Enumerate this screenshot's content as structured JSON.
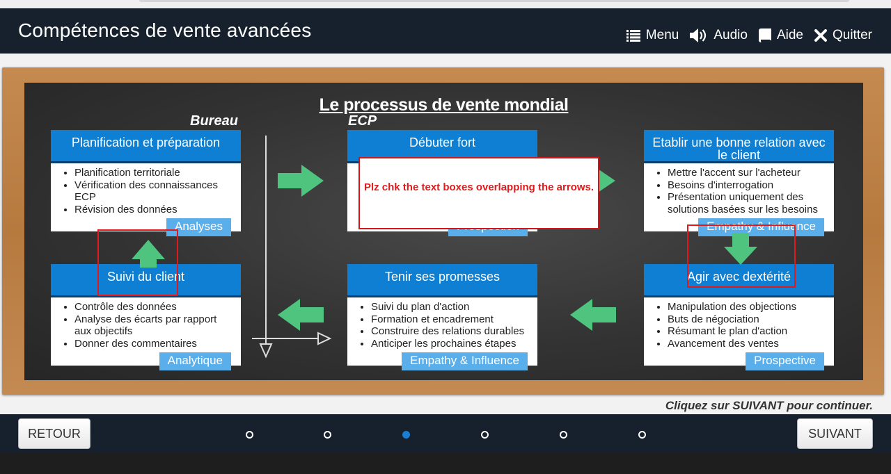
{
  "header": {
    "title": "Compétences de vente avancées",
    "nav": [
      {
        "label": "Menu",
        "icon": "list-icon"
      },
      {
        "label": "Audio",
        "icon": "speaker-icon"
      },
      {
        "label": "Aide",
        "icon": "book-icon"
      },
      {
        "label": "Quitter",
        "icon": "close-icon"
      }
    ]
  },
  "board": {
    "title": "Le processus de vente mondial",
    "label_left": "Bureau",
    "label_right": "ECP",
    "cards": [
      {
        "title": "Planification et préparation",
        "items": [
          "Planification territoriale",
          "Vérification des connaissances ECP",
          "Révision des données"
        ],
        "tag": "Analyses"
      },
      {
        "title": "Débuter fort",
        "items": [],
        "tag": "Prospection"
      },
      {
        "title": "Etablir une bonne relation avec le client",
        "items": [
          "Mettre l'accent sur l'acheteur",
          "Besoins d'interrogation",
          "Présentation uniquement des solutions basées sur les besoins"
        ],
        "tag": "Empathy & Influence"
      },
      {
        "title": "Suivi du client",
        "items": [
          "Contrôle des données",
          "Analyse des écarts par rapport aux objectifs",
          "Donner des commentaires"
        ],
        "tag": "Analytique"
      },
      {
        "title": "Tenir ses promesses",
        "items": [
          "Suivi du plan d'action",
          "Formation et encadrement",
          "Construire des relations durables",
          "Anticiper les prochaines étapes"
        ],
        "tag": "Empathy & Influence"
      },
      {
        "title": "Agir avec dextérité",
        "items": [
          "Manipulation des objections",
          "Buts de négociation",
          "Résumant le plan d'action",
          "Avancement des ventes"
        ],
        "tag": "Prospective"
      }
    ],
    "note": "Plz chk the text boxes overlapping the arrows.",
    "arrow_color": "#4ec47f"
  },
  "continue_text": "Cliquez sur SUIVANT pour continuer.",
  "footer": {
    "back_label": "RETOUR",
    "next_label": "SUIVANT",
    "pages": 6,
    "current_page": 3
  },
  "colors": {
    "header_bg": "#16212d",
    "card_head": "#0e7fd3",
    "tag_bg": "#5aaee9",
    "note_red": "#e01b1b"
  }
}
